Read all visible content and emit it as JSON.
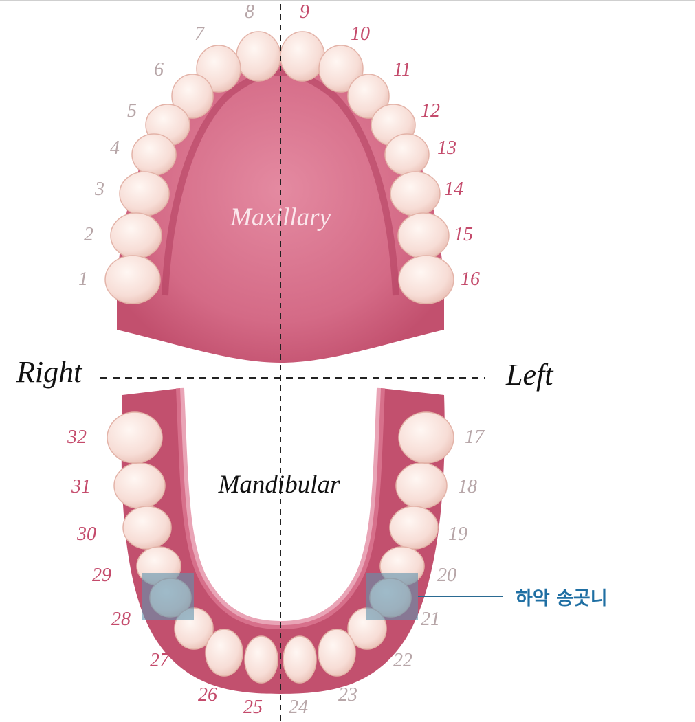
{
  "labels": {
    "maxillary": "Maxillary",
    "mandibular": "Mandibular",
    "right": "Right",
    "left": "Left",
    "callout": "하악 송곳니"
  },
  "teeth": {
    "t1": "1",
    "t2": "2",
    "t3": "3",
    "t4": "4",
    "t5": "5",
    "t6": "6",
    "t7": "7",
    "t8": "8",
    "t9": "9",
    "t10": "10",
    "t11": "11",
    "t12": "12",
    "t13": "13",
    "t14": "14",
    "t15": "15",
    "t16": "16",
    "t17": "17",
    "t18": "18",
    "t19": "19",
    "t20": "20",
    "t21": "21",
    "t22": "22",
    "t23": "23",
    "t24": "24",
    "t25": "25",
    "t26": "26",
    "t27": "27",
    "t28": "28",
    "t29": "29",
    "t30": "30",
    "t31": "31",
    "t32": "32"
  },
  "colors": {
    "gum": "#c2506e",
    "palate": "#d46a86",
    "tooth": "#f7ddd6",
    "highlight_box": "#5f93ad",
    "callout_line": "#2a6a92",
    "number_gray": "#b7a6a8",
    "number_pink": "#c44a6b"
  }
}
